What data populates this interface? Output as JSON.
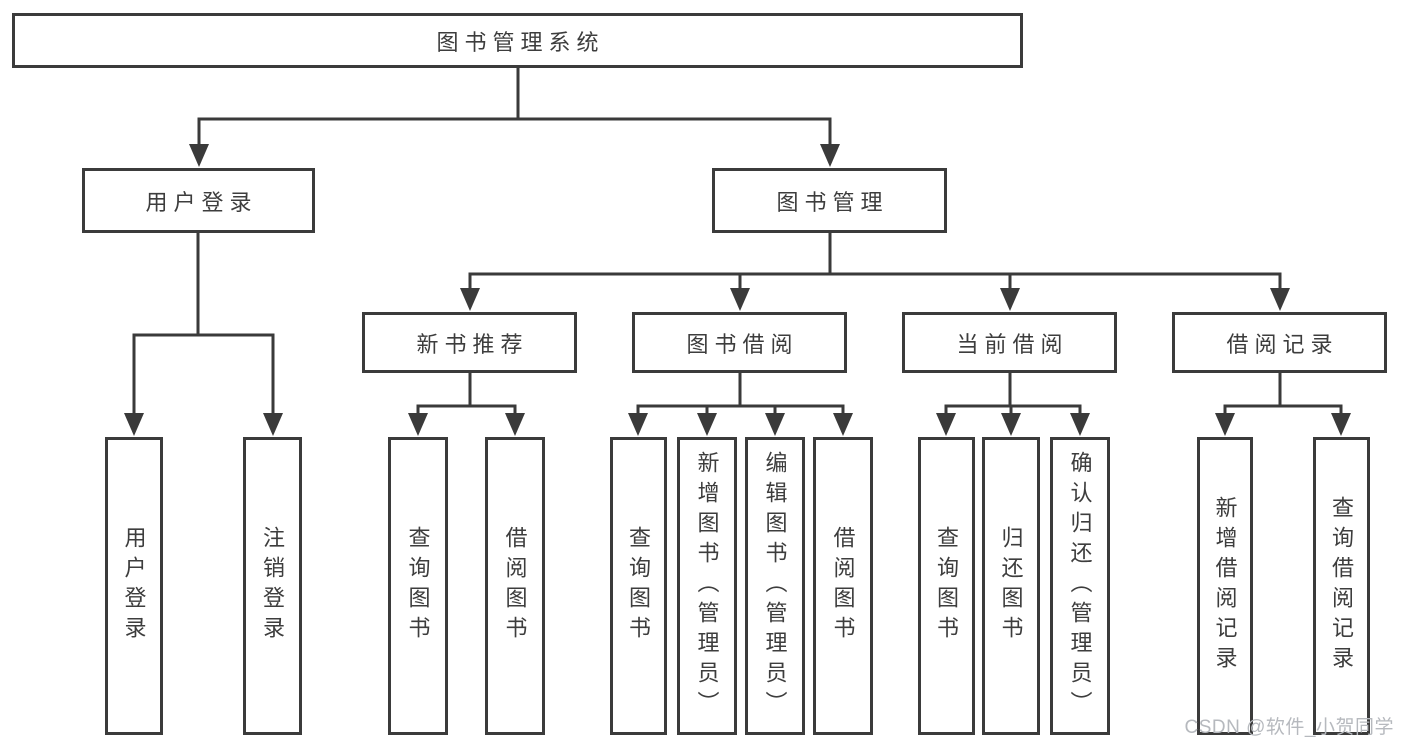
{
  "colors": {
    "line": "#3a3a3a",
    "text": "#3d3d3d",
    "background": "#ffffff"
  },
  "watermark": {
    "text": "CSDN @软件_小贺同学",
    "color": "#b6b9be"
  },
  "tree": {
    "root": {
      "label": "图书管理系统"
    },
    "branches": [
      {
        "label": "用户登录",
        "children": [
          {
            "label": "用户登录"
          },
          {
            "label": "注销登录"
          }
        ]
      },
      {
        "label": "图书管理",
        "groups": [
          {
            "label": "新书推荐",
            "children": [
              {
                "label": "查询图书"
              },
              {
                "label": "借阅图书"
              }
            ]
          },
          {
            "label": "图书借阅",
            "children": [
              {
                "label": "查询图书"
              },
              {
                "label": "新增图书（管理员）"
              },
              {
                "label": "编辑图书（管理员）"
              },
              {
                "label": "借阅图书"
              }
            ]
          },
          {
            "label": "当前借阅",
            "children": [
              {
                "label": "查询图书"
              },
              {
                "label": "归还图书"
              },
              {
                "label": "确认归还（管理员）"
              }
            ]
          },
          {
            "label": "借阅记录",
            "children": [
              {
                "label": "新增借阅记录"
              },
              {
                "label": "查询借阅记录"
              }
            ]
          }
        ]
      }
    ]
  }
}
